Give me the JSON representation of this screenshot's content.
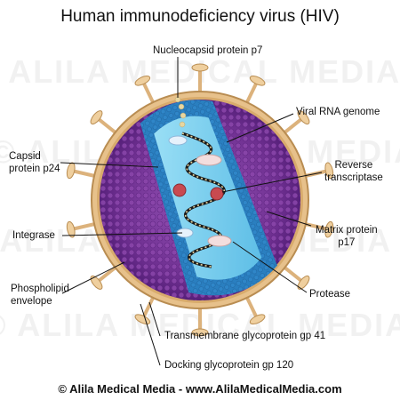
{
  "title": "Human immunodeficiency virus (HIV)",
  "labels": {
    "nucleocapsid": "Nucleocapsid protein p7",
    "rna": "Viral RNA genome",
    "capsid_1": "Capsid",
    "capsid_2": "protein p24",
    "reverse_1": "Reverse",
    "reverse_2": "transcriptase",
    "integrase": "Integrase",
    "matrix_1": "Matrix protein",
    "matrix_2": "p17",
    "phospho_1": "Phospholipid",
    "phospho_2": "envelope",
    "protease": "Protease",
    "gp41": "Transmembrane glycoprotein gp 41",
    "gp120": "Docking glycoprotein gp 120"
  },
  "footer": "© Alila Medical Media - www.AlilaMedicalMedia.com",
  "watermark": "© ALILA MEDICAL MEDIA",
  "colors": {
    "envelope": "#c8a26a",
    "matrix": "#7b3a9a",
    "capsid": "#3a8fd0",
    "core": "#7fd0f0",
    "rna": "#1a1a1a",
    "rt": "#c84a50",
    "spike": "#e8c08a"
  }
}
